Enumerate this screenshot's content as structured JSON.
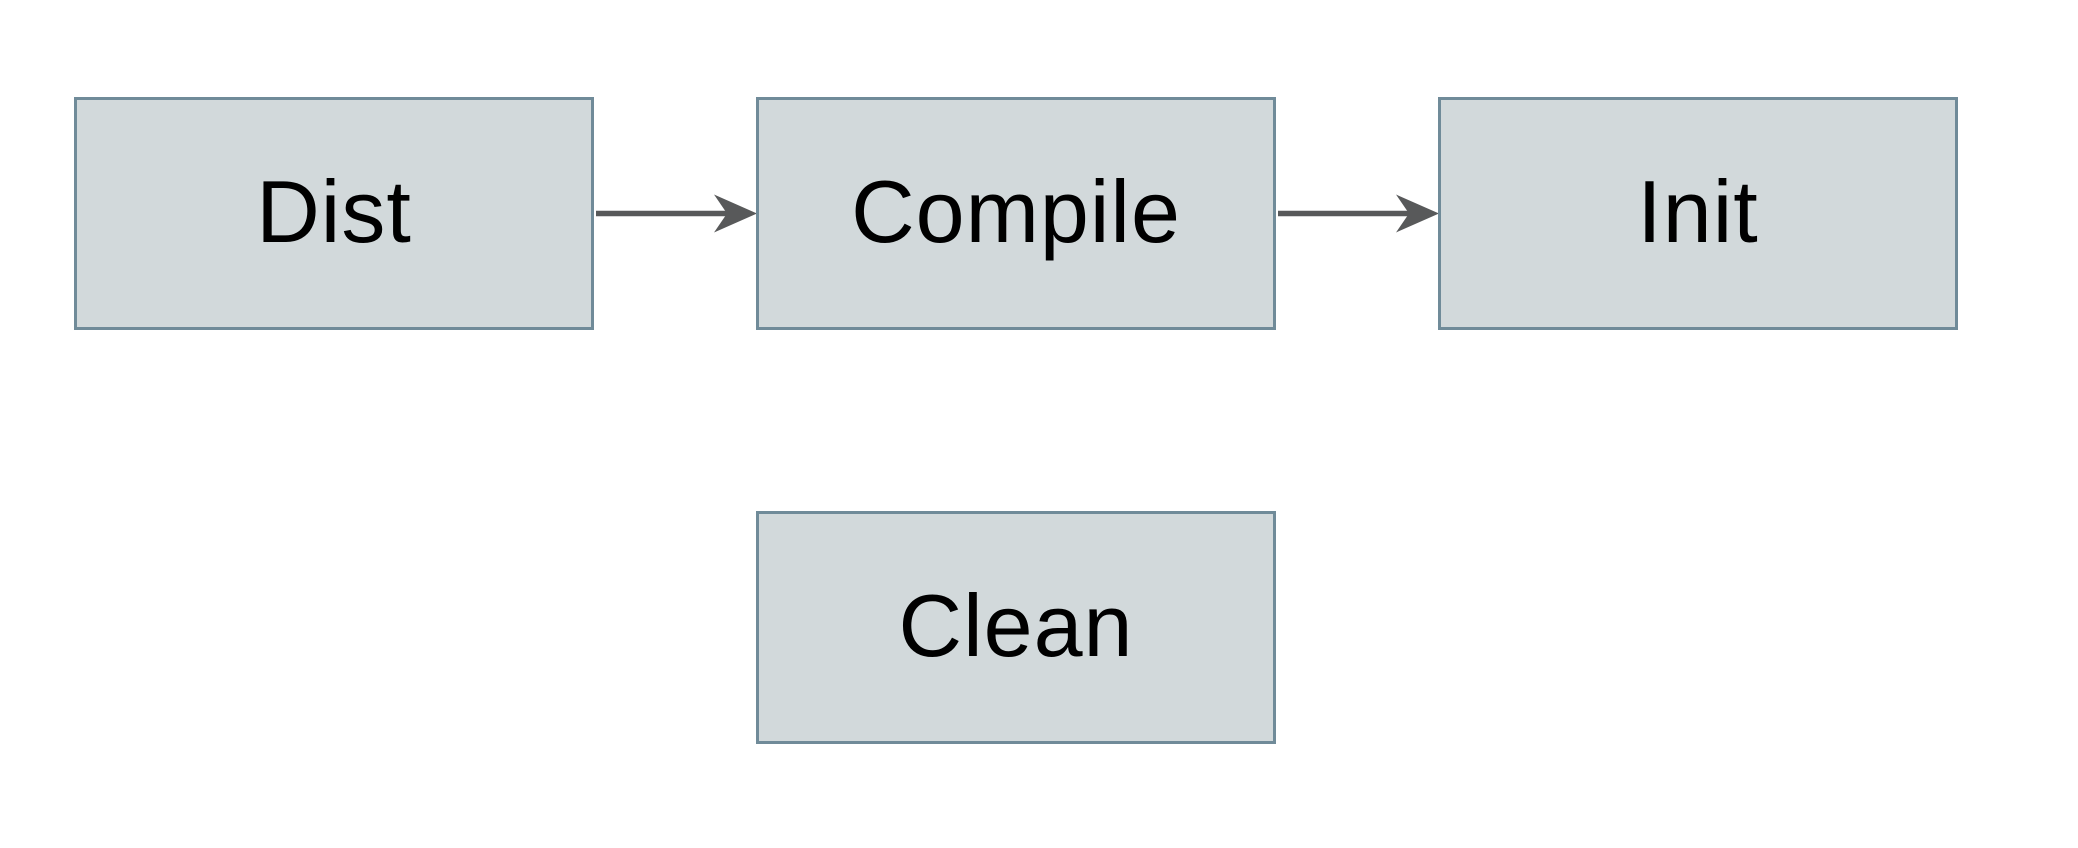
{
  "diagram": {
    "type": "flowchart",
    "nodes": [
      {
        "id": "dist",
        "label": "Dist"
      },
      {
        "id": "compile",
        "label": "Compile"
      },
      {
        "id": "init",
        "label": "Init"
      },
      {
        "id": "clean",
        "label": "Clean"
      }
    ],
    "edges": [
      {
        "from": "Dist",
        "to": "Compile",
        "style": "solid-arrow"
      },
      {
        "from": "Compile",
        "to": "Init",
        "style": "solid-arrow"
      }
    ],
    "colors": {
      "background": "#ffffff",
      "node_fill": "#d2d9db",
      "node_border": "#708b99",
      "arrow": "#58595a",
      "text": "#000000"
    }
  }
}
